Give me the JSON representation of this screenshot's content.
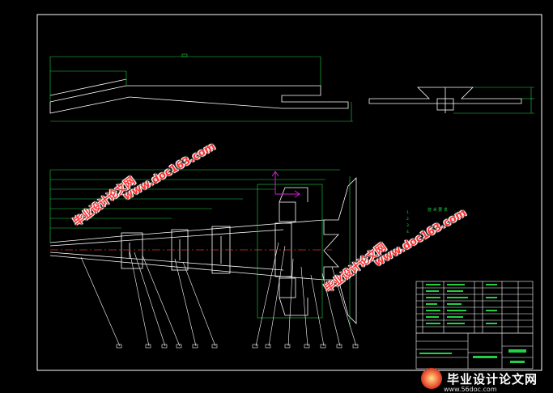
{
  "drawing": {
    "frame_color": "#ffffff",
    "geometry_color": "#ffffff",
    "dimension_color": "#22d046",
    "centerline_color": "#e03030",
    "axis_color": "#d020d0",
    "notes_color": "#22d046"
  },
  "watermarks": [
    {
      "cn": "毕业设计论文网",
      "url": "www.doc163.com"
    }
  ],
  "technical_notes": {
    "title": "技 术 要 求",
    "lines": [
      "1.",
      "2.",
      "3.",
      "4."
    ]
  },
  "footer": {
    "brand": "毕业设计论文网",
    "url": "www.56doc.com"
  }
}
